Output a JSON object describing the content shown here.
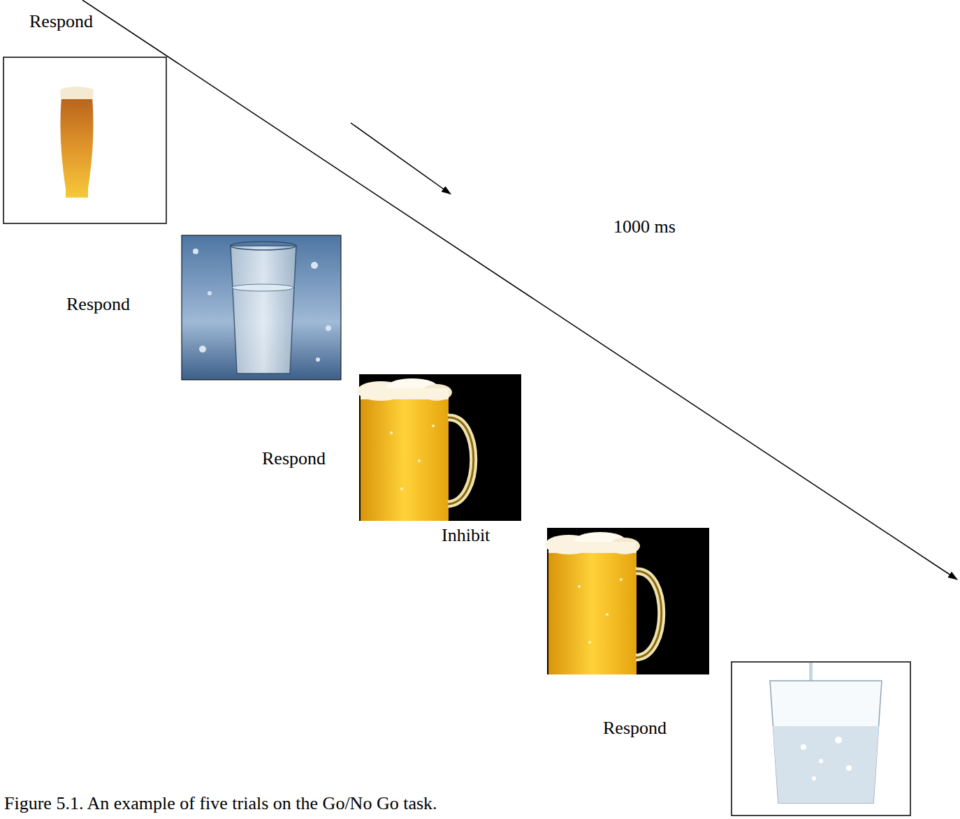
{
  "diagram": {
    "caption": "Figure 5.1. An example of five trials on the Go/No Go task.",
    "labels": [
      "Respond",
      "1000 ms",
      "Respond",
      "Respond",
      "Inhibit",
      "Respond"
    ]
  }
}
